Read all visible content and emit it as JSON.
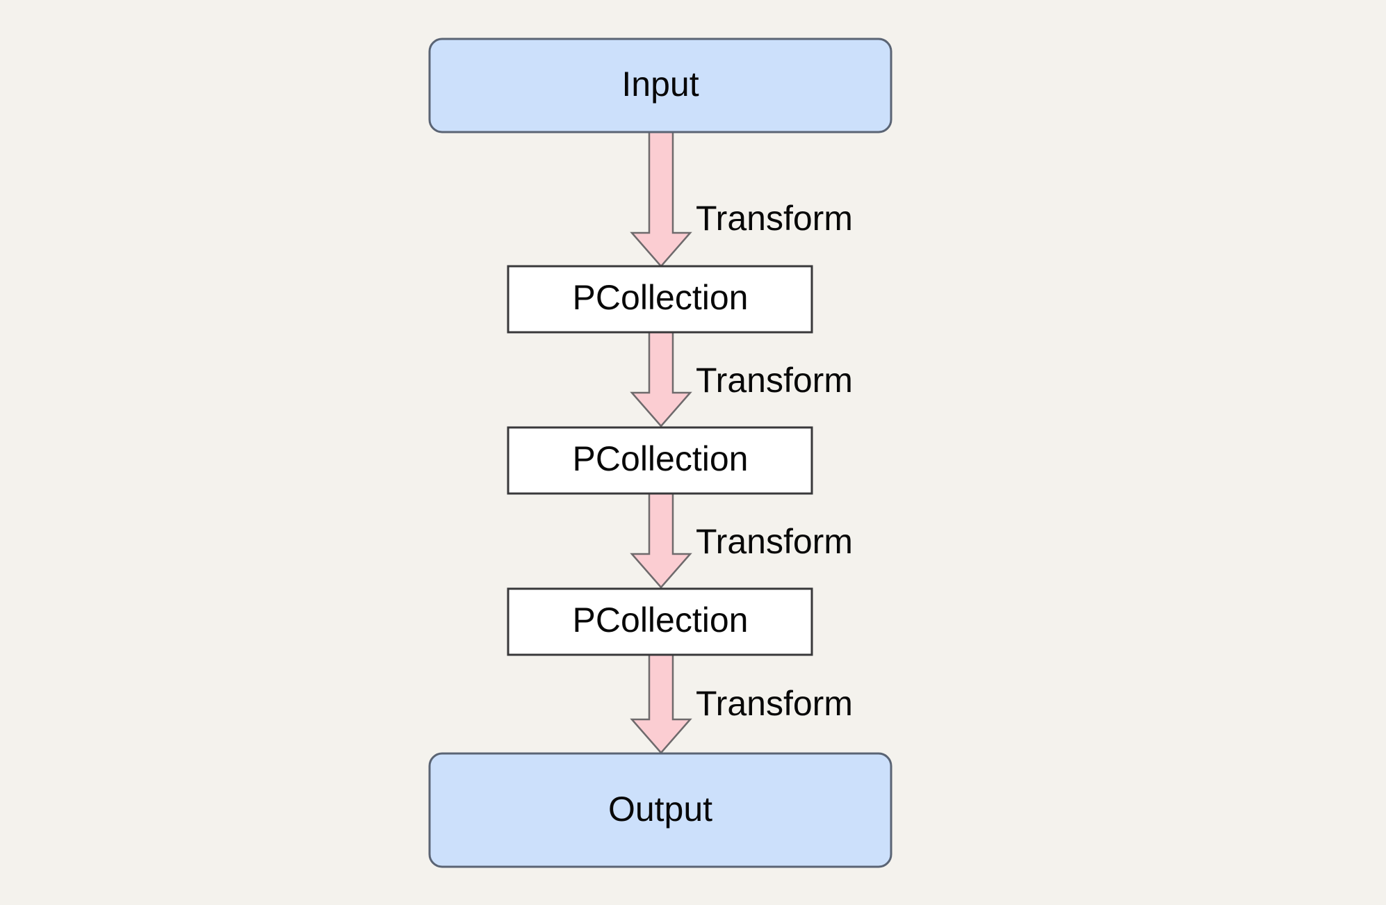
{
  "diagram": {
    "type": "flowchart",
    "orientation": "top-to-bottom",
    "background_color": "#f4f2ed",
    "nodes": [
      {
        "id": "input",
        "label": "Input",
        "shape": "rounded-rectangle",
        "fill_color": "#cce0fb",
        "border_color": "#5a6474"
      },
      {
        "id": "pcollection-1",
        "label": "PCollection",
        "shape": "rectangle",
        "fill_color": "#ffffff",
        "border_color": "#38383a"
      },
      {
        "id": "pcollection-2",
        "label": "PCollection",
        "shape": "rectangle",
        "fill_color": "#ffffff",
        "border_color": "#38383a"
      },
      {
        "id": "pcollection-3",
        "label": "PCollection",
        "shape": "rectangle",
        "fill_color": "#ffffff",
        "border_color": "#38383a"
      },
      {
        "id": "output",
        "label": "Output",
        "shape": "rounded-rectangle",
        "fill_color": "#cce0fb",
        "border_color": "#5a6474"
      }
    ],
    "edges": [
      {
        "id": "edge-1",
        "from": "input",
        "to": "pcollection-1",
        "label": "Transform",
        "fill_color": "#fbcdd2",
        "border_color": "#6e6a6c"
      },
      {
        "id": "edge-2",
        "from": "pcollection-1",
        "to": "pcollection-2",
        "label": "Transform",
        "fill_color": "#fbcdd2",
        "border_color": "#6e6a6c"
      },
      {
        "id": "edge-3",
        "from": "pcollection-2",
        "to": "pcollection-3",
        "label": "Transform",
        "fill_color": "#fbcdd2",
        "border_color": "#6e6a6c"
      },
      {
        "id": "edge-4",
        "from": "pcollection-3",
        "to": "output",
        "label": "Transform",
        "fill_color": "#fbcdd2",
        "border_color": "#6e6a6c"
      }
    ]
  }
}
